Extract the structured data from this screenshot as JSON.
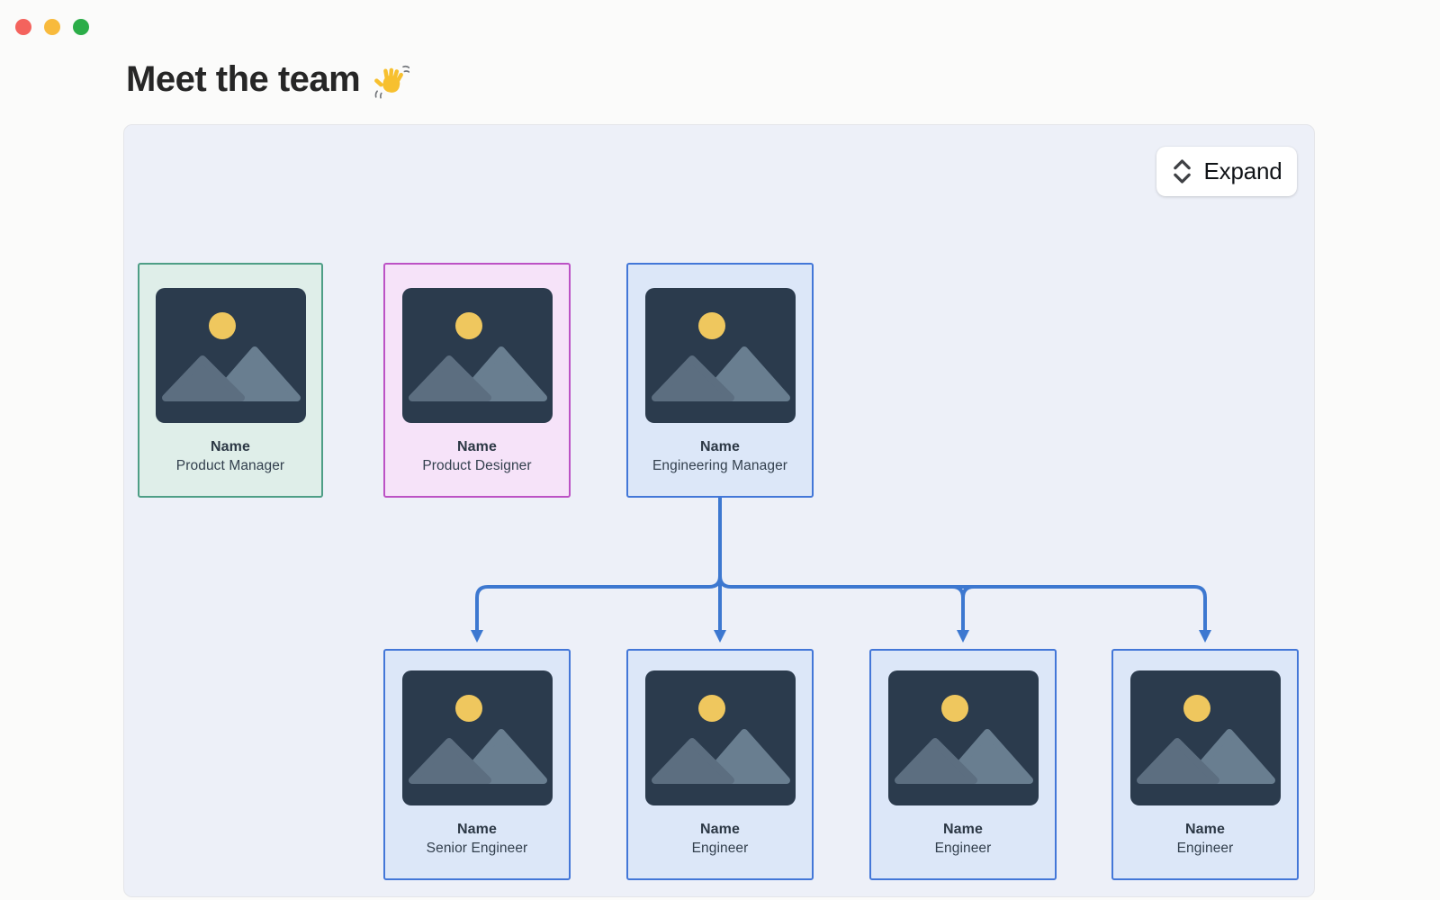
{
  "window": {
    "controls": [
      {
        "name": "close",
        "color": "#f4635d"
      },
      {
        "name": "minimize",
        "color": "#f8ba3c"
      },
      {
        "name": "zoom",
        "color": "#2bad48"
      }
    ]
  },
  "page": {
    "title": "Meet the team",
    "emoji": "waving-hand"
  },
  "diagram": {
    "expand_button": {
      "label": "Expand",
      "icon": "expand-vertical-icon"
    },
    "org_chart": {
      "top_row": [
        {
          "name": "Name",
          "role": "Product Manager",
          "theme": "green"
        },
        {
          "name": "Name",
          "role": "Product Designer",
          "theme": "pink"
        },
        {
          "name": "Name",
          "role": "Engineering Manager",
          "theme": "blue"
        }
      ],
      "bottom_row": [
        {
          "name": "Name",
          "role": "Senior Engineer",
          "theme": "blue",
          "reports_to": "Engineering Manager"
        },
        {
          "name": "Name",
          "role": "Engineer",
          "theme": "blue",
          "reports_to": "Engineering Manager"
        },
        {
          "name": "Name",
          "role": "Engineer",
          "theme": "blue",
          "reports_to": "Engineering Manager"
        },
        {
          "name": "Name",
          "role": "Engineer",
          "theme": "blue",
          "reports_to": "Engineering Manager"
        }
      ],
      "photo_placeholder": "image-placeholder"
    }
  },
  "colors": {
    "page_bg": "#fbfbfa",
    "panel_bg": "#edf0f8",
    "connector": "#3d78d0",
    "card_green_bg": "#dfeee9",
    "card_green_border": "#4e9e86",
    "card_pink_bg": "#f6e3f9",
    "card_pink_border": "#bc52c5",
    "card_blue_bg": "#dce7f8",
    "card_blue_border": "#4377d8",
    "placeholder_bg": "#2b3b4d",
    "placeholder_sun": "#efc75e",
    "placeholder_mountain_front": "#5c6e80",
    "placeholder_mountain_back": "#697e90"
  }
}
